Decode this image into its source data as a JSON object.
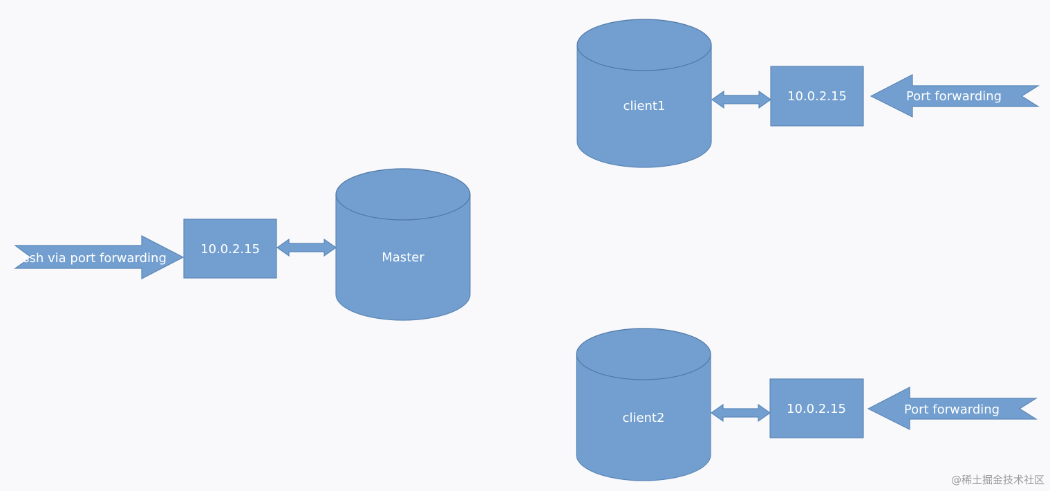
{
  "nodes": {
    "master": {
      "label": "Master"
    },
    "client1": {
      "label": "client1"
    },
    "client2": {
      "label": "client2"
    }
  },
  "ip_boxes": {
    "master": "10.0.2.15",
    "client1": "10.0.2.15",
    "client2": "10.0.2.15"
  },
  "arrows": {
    "master_in": "ssh via port forwarding",
    "client1_in": "Port forwarding",
    "client2_in": "Port forwarding"
  },
  "watermark": "@稀土掘金技术社区",
  "colors": {
    "shape": "#729fcf",
    "background": "#f9f9fb",
    "text": "#ffffff"
  }
}
